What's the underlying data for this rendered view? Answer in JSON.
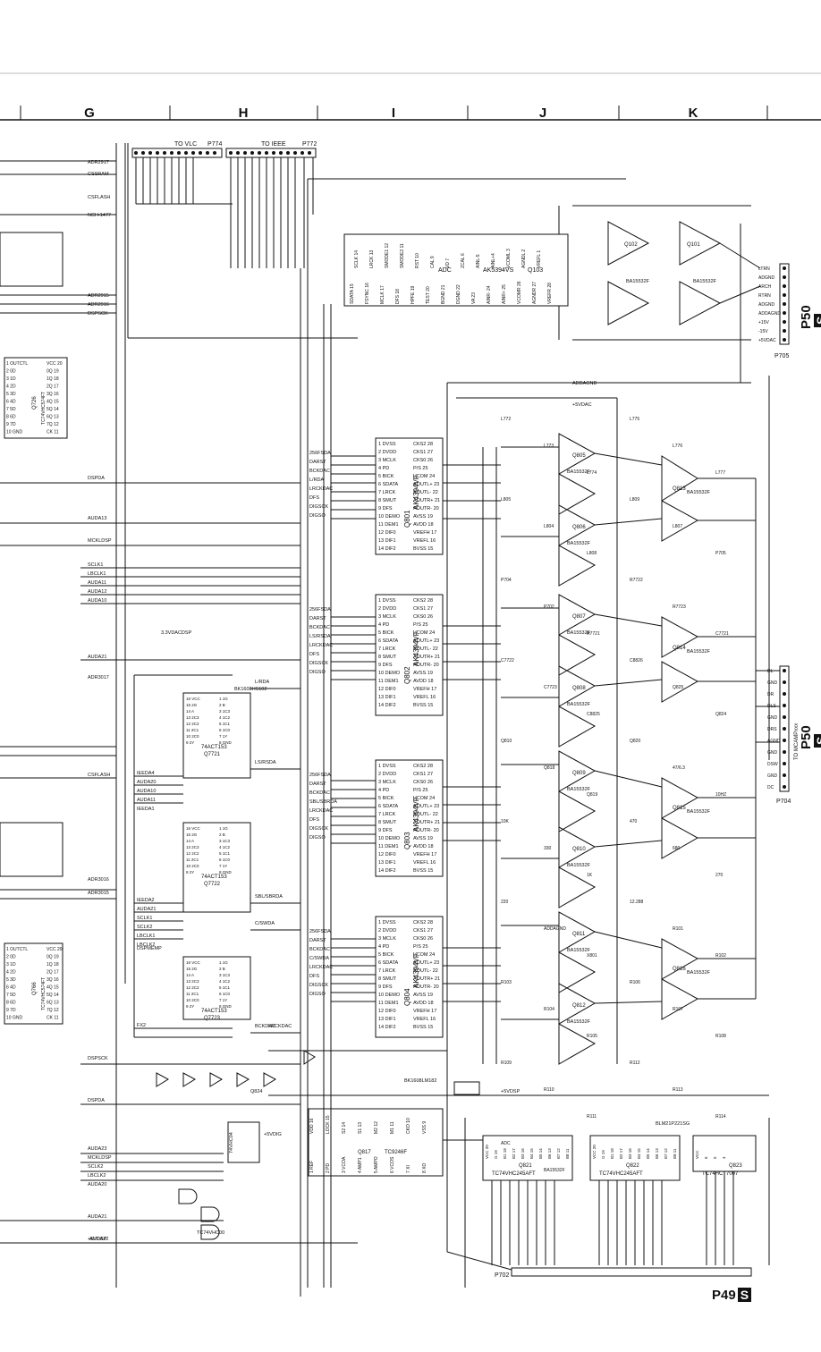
{
  "grid": {
    "columns": [
      "G",
      "H",
      "I",
      "J",
      "K"
    ]
  },
  "page_refs": {
    "top_right": {
      "text": "P50",
      "badge": "S"
    },
    "mid_right": {
      "text": "P50",
      "badge": "S"
    },
    "bottom_right": {
      "text": "P49",
      "badge": "S"
    }
  },
  "connectors": {
    "p774": {
      "label": "TO VLC",
      "ref": "P774"
    },
    "p772": {
      "label": "TO IEEE",
      "ref": "P772"
    },
    "p705": {
      "ref": "P705",
      "pins": [
        "LTRN",
        "ADGND",
        "ARCH",
        "RTRN",
        "ADGND",
        "ADDAGND",
        "+15V",
        "-15V",
        "+5VDAC"
      ]
    },
    "p704": {
      "ref": "P704",
      "label": "TO MCAMPxxx",
      "pins": [
        "DL",
        "GND",
        "DR",
        "DLS",
        "GND",
        "DRS",
        "AGND",
        "GND",
        "DSW",
        "GND",
        "DC"
      ]
    },
    "p702": {
      "ref": "P702"
    }
  },
  "adc": {
    "ref": "Q103",
    "part": "AK5394VS",
    "center": "ADC",
    "pins_left": [
      "SCLK 14",
      "LRCK 13",
      "SMODE1 12",
      "SMODE2 11",
      "RST 10",
      "CAL 9",
      "VD 7",
      "ZCAL 6",
      "AINL-5",
      "AINL+4",
      "VCOML 3",
      "AGNDL 2",
      "VREFL 1"
    ],
    "pins_right": [
      "SDATA 15",
      "FSYNC 16",
      "MCLK 17",
      "DFS 18",
      "HPFE 19",
      "TEST 20",
      "BGND 21",
      "DGND 22",
      "VA 23",
      "AINR- 24",
      "AINR+ 25",
      "VCOMR 26",
      "AGNDR 27",
      "VREFR 28"
    ]
  },
  "dacs": [
    {
      "ref": "Q801",
      "part": "AK4394VF",
      "inputs": [
        "256FSDA",
        "DARST",
        "BCKDAC",
        "L/RDA",
        "LRCKDAC",
        "DFS",
        "DIGSCK",
        "DIGSO"
      ]
    },
    {
      "ref": "Q802",
      "part": "AK4394VF",
      "inputs": [
        "256FSDA",
        "DARST",
        "BCKDAC",
        "LS/RSDA",
        "LRCKDAC",
        "DFS",
        "DIGSCK",
        "DIGSO"
      ]
    },
    {
      "ref": "Q803",
      "part": "AK4394VF",
      "inputs": [
        "256FSDA",
        "DARST",
        "BCKDAC",
        "SBL/SBRDA",
        "LRCKDAC",
        "DFS",
        "DIGSCK",
        "DIGSO"
      ]
    },
    {
      "ref": "Q804",
      "part": "AK4394VF",
      "inputs": [
        "256FSDA",
        "DARST",
        "BCKDAC",
        "C/SWDA",
        "LRCKDAC",
        "DFS",
        "DIGSCK",
        "DIGSO"
      ]
    }
  ],
  "dac_pins_left": [
    "1 DVSS",
    "2 DVDD",
    "3 MCLK",
    "4 PD",
    "5 BICK",
    "6 SDATA",
    "7 LRCK",
    "8 SMUT",
    "9 DFS",
    "10 DEMO",
    "11 DEM1",
    "12 DIF0",
    "13 DIF1",
    "14 DIF2"
  ],
  "dac_pins_right": [
    "CKS2 28",
    "CKS1 27",
    "CKS0 26",
    "P/S 25",
    "VCOM 24",
    "AOUTL+ 23",
    "AOUTL- 22",
    "AOUTR+ 21",
    "AOUTR- 20",
    "AVSS 19",
    "AVDD 18",
    "VREFH 17",
    "VREFL 16",
    "BVSS 15"
  ],
  "opamps": [
    {
      "ref": "Q805",
      "part": "BA15532F"
    },
    {
      "ref": "Q806",
      "part": "BA15532F"
    },
    {
      "ref": "Q807",
      "part": "BA15532F"
    },
    {
      "ref": "Q808",
      "part": "BA15532F"
    },
    {
      "ref": "Q809",
      "part": "BA15532F"
    },
    {
      "ref": "Q810",
      "part": "BA15532F"
    },
    {
      "ref": "Q811",
      "part": "BA15532F"
    },
    {
      "ref": "Q812",
      "part": "BA15532F"
    }
  ],
  "output_opamps": [
    {
      "ref": "Q813",
      "part": "BA15532F"
    },
    {
      "ref": "Q814",
      "part": "BA15532F"
    },
    {
      "ref": "Q815",
      "part": "BA15532F"
    },
    {
      "ref": "Q816",
      "part": "BA15532F"
    }
  ],
  "adc_opamps": [
    {
      "ref": "Q101",
      "part": "BA15532F"
    },
    {
      "ref": "Q102",
      "part": "BA15532F"
    }
  ],
  "muxes": [
    {
      "ref": "Q7721",
      "part": "74ACT153"
    },
    {
      "ref": "Q7722",
      "part": "74ACT153"
    },
    {
      "ref": "Q7723",
      "part": "74ACT153"
    }
  ],
  "mux_pins": [
    "16 VCC",
    "15 2G",
    "14 A",
    "13 2C3",
    "12 2C2",
    "11 2C1",
    "10 2C0",
    "9 2Y",
    "1 1G",
    "2 B",
    "3 1C3",
    "4 1C2",
    "5 1C1",
    "6 1C0",
    "7 1Y",
    "8 GND"
  ],
  "left_chips": [
    {
      "ref": "Q726",
      "part": "TC74VHC574FT",
      "pins": [
        "1 OUTCTL",
        "2 0D",
        "3 1D",
        "4 2D",
        "5 3D",
        "6 4D",
        "7 5D",
        "8 6D",
        "9 7D",
        "10 GND",
        "VCC 20",
        "0Q 19",
        "1Q 18",
        "2Q 17",
        "3Q 16",
        "4Q 15",
        "5Q 14",
        "6Q 13",
        "7Q 12",
        "CK 11"
      ]
    },
    {
      "ref": "Q766",
      "part": "TC74VHC574FT",
      "pins": [
        "1 OUTCTL",
        "2 0D",
        "3 1D",
        "4 2D",
        "5 3D",
        "6 4D",
        "7 5D",
        "8 6D",
        "9 7D",
        "10 GND",
        "VCC 20",
        "0Q 19",
        "1Q 18",
        "2Q 17",
        "3Q 16",
        "4Q 15",
        "5Q 14",
        "6Q 13",
        "7Q 12",
        "CK 11"
      ]
    }
  ],
  "pll": {
    "ref": "Q817",
    "part": "TC9246F",
    "pins": [
      "VDD 16",
      "LOCK 15",
      "S2 14",
      "S1 13",
      "M2 12",
      "M1 11",
      "CKO 10",
      "VSS 9",
      "1 REF",
      "2 PD",
      "3 VCOA",
      "4 AMP1",
      "5 AMPO",
      "6 VCOS",
      "7 XI",
      "8 XO"
    ]
  },
  "buffers": [
    {
      "ref": "Q821",
      "part": "TC74VHC245AFT",
      "pins": [
        "VCC 20",
        "G 19",
        "B1 18",
        "B2 17",
        "B3 16",
        "B4 15",
        "B5 14",
        "B6 13",
        "B7 12",
        "B8 11",
        "1 DIR",
        "2 A1",
        "3 A2",
        "4 A3",
        "5 A4",
        "6 A5",
        "7 A6",
        "8 A7",
        "9 A8",
        "10 GND"
      ]
    },
    {
      "ref": "Q822",
      "part": "TC74VHC245AFT",
      "pins": [
        "VCC 20",
        "G 19",
        "B1 18",
        "B2 17",
        "B3 16",
        "B4 15",
        "B5 14",
        "B6 13",
        "B7 12",
        "B8 11",
        "1 DIR",
        "2 A1",
        "3 A2",
        "4 A3",
        "5 A4",
        "6 A5",
        "7 A6",
        "8 A7",
        "9 A8",
        "10 GND"
      ]
    },
    {
      "ref": "Q823",
      "part": "TC74HCT7007",
      "pins": [
        "VCC",
        "6",
        "5",
        "4",
        "1",
        "2",
        "3",
        "GND"
      ]
    }
  ],
  "gates": {
    "q819_part": "TC74VHC00",
    "q818_part": "74VHC04",
    "q824_ref": "Q824",
    "inv": "74VHC04"
  },
  "signals_left": [
    "ADR2917",
    "CSSRAM",
    "CSFLASH",
    "NCH-1477",
    "ADR2915",
    "ADR2916",
    "DSPSCK",
    "DSPDA",
    "AUDA13",
    "MCKLDSP",
    "SCLK1",
    "LBCLK1",
    "AUDA11",
    "AUDA12",
    "AUDA10",
    "AUDA21",
    "ADR3017",
    "CSFLASH",
    "ADR3016",
    "ADR3015",
    "DSPSCK",
    "DSPDA",
    "AUDA23",
    "MCKLDSP",
    "SCLK2",
    "LBCLK2",
    "AUDA20",
    "AUDA21",
    "+5VDSP",
    "AUDA22"
  ],
  "signals_mux": [
    "IEEDA4",
    "AUDA20",
    "AUDA10",
    "AUDA11",
    "IEEDA1",
    "IEEDA2",
    "AUDA21",
    "SCLK1",
    "SCLK2",
    "LBCLK1",
    "LBCLK2",
    "DSPMEMP",
    "FX2"
  ],
  "signals_out": [
    "L/RDA",
    "LS/RSDA",
    "SBL/SBRDA",
    "C/SWDA",
    "BCKDAC",
    "LRCKDAC"
  ],
  "ferrites": [
    "BK1608HS102",
    "BLM21P221SG",
    "BK1608LM182"
  ],
  "rails": [
    "+5VDAC",
    "+5VDSP",
    "ADDAGND",
    "+5VDIG",
    "3.3VDACDSP"
  ],
  "part_labels": [
    "L772",
    "L773",
    "L774",
    "L775",
    "L776",
    "L777",
    "L805",
    "L804",
    "L808",
    "L809",
    "L807",
    "P705",
    "P704",
    "P702",
    "R7721",
    "R7722",
    "R7723",
    "C7721",
    "C7722",
    "C7723",
    "C8825",
    "C8826",
    "Q825",
    "Q824",
    "Q810",
    "Q818",
    "Q819",
    "Q820",
    "47/6.3",
    "10HZ",
    "10K",
    "330",
    "1K",
    "470",
    "680",
    "270",
    "220",
    "ADDAGND",
    "X801",
    "12.288",
    "R101",
    "R102",
    "R103",
    "R104",
    "R105",
    "R106",
    "R107",
    "R108",
    "R109",
    "R110",
    "R111",
    "R112",
    "R113",
    "R114",
    "ADC",
    "BA15532F"
  ]
}
